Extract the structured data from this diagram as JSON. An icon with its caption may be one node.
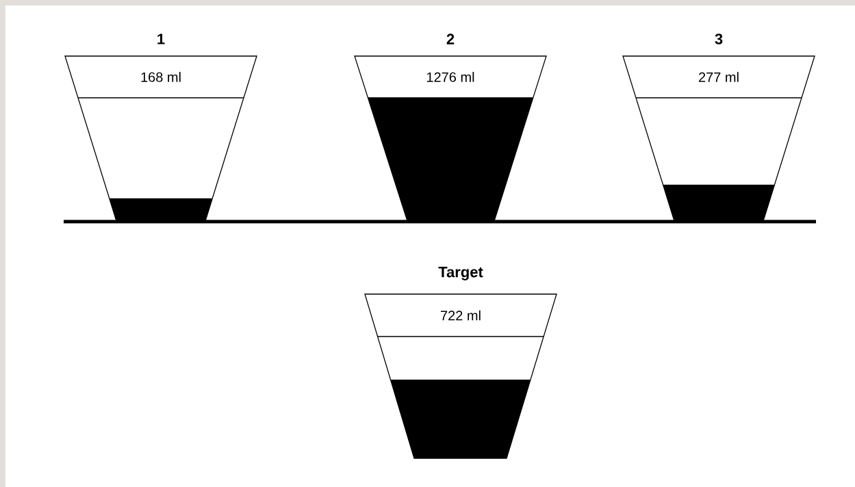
{
  "diagram": {
    "nodes": [
      {
        "text": [
          "1",
          "168 ml"
        ]
      },
      {
        "text": [
          "2",
          "1276 ml"
        ]
      },
      {
        "text": [
          "3",
          "277 ml"
        ]
      },
      {
        "text": [
          "Target",
          "722 ml"
        ]
      }
    ]
  }
}
